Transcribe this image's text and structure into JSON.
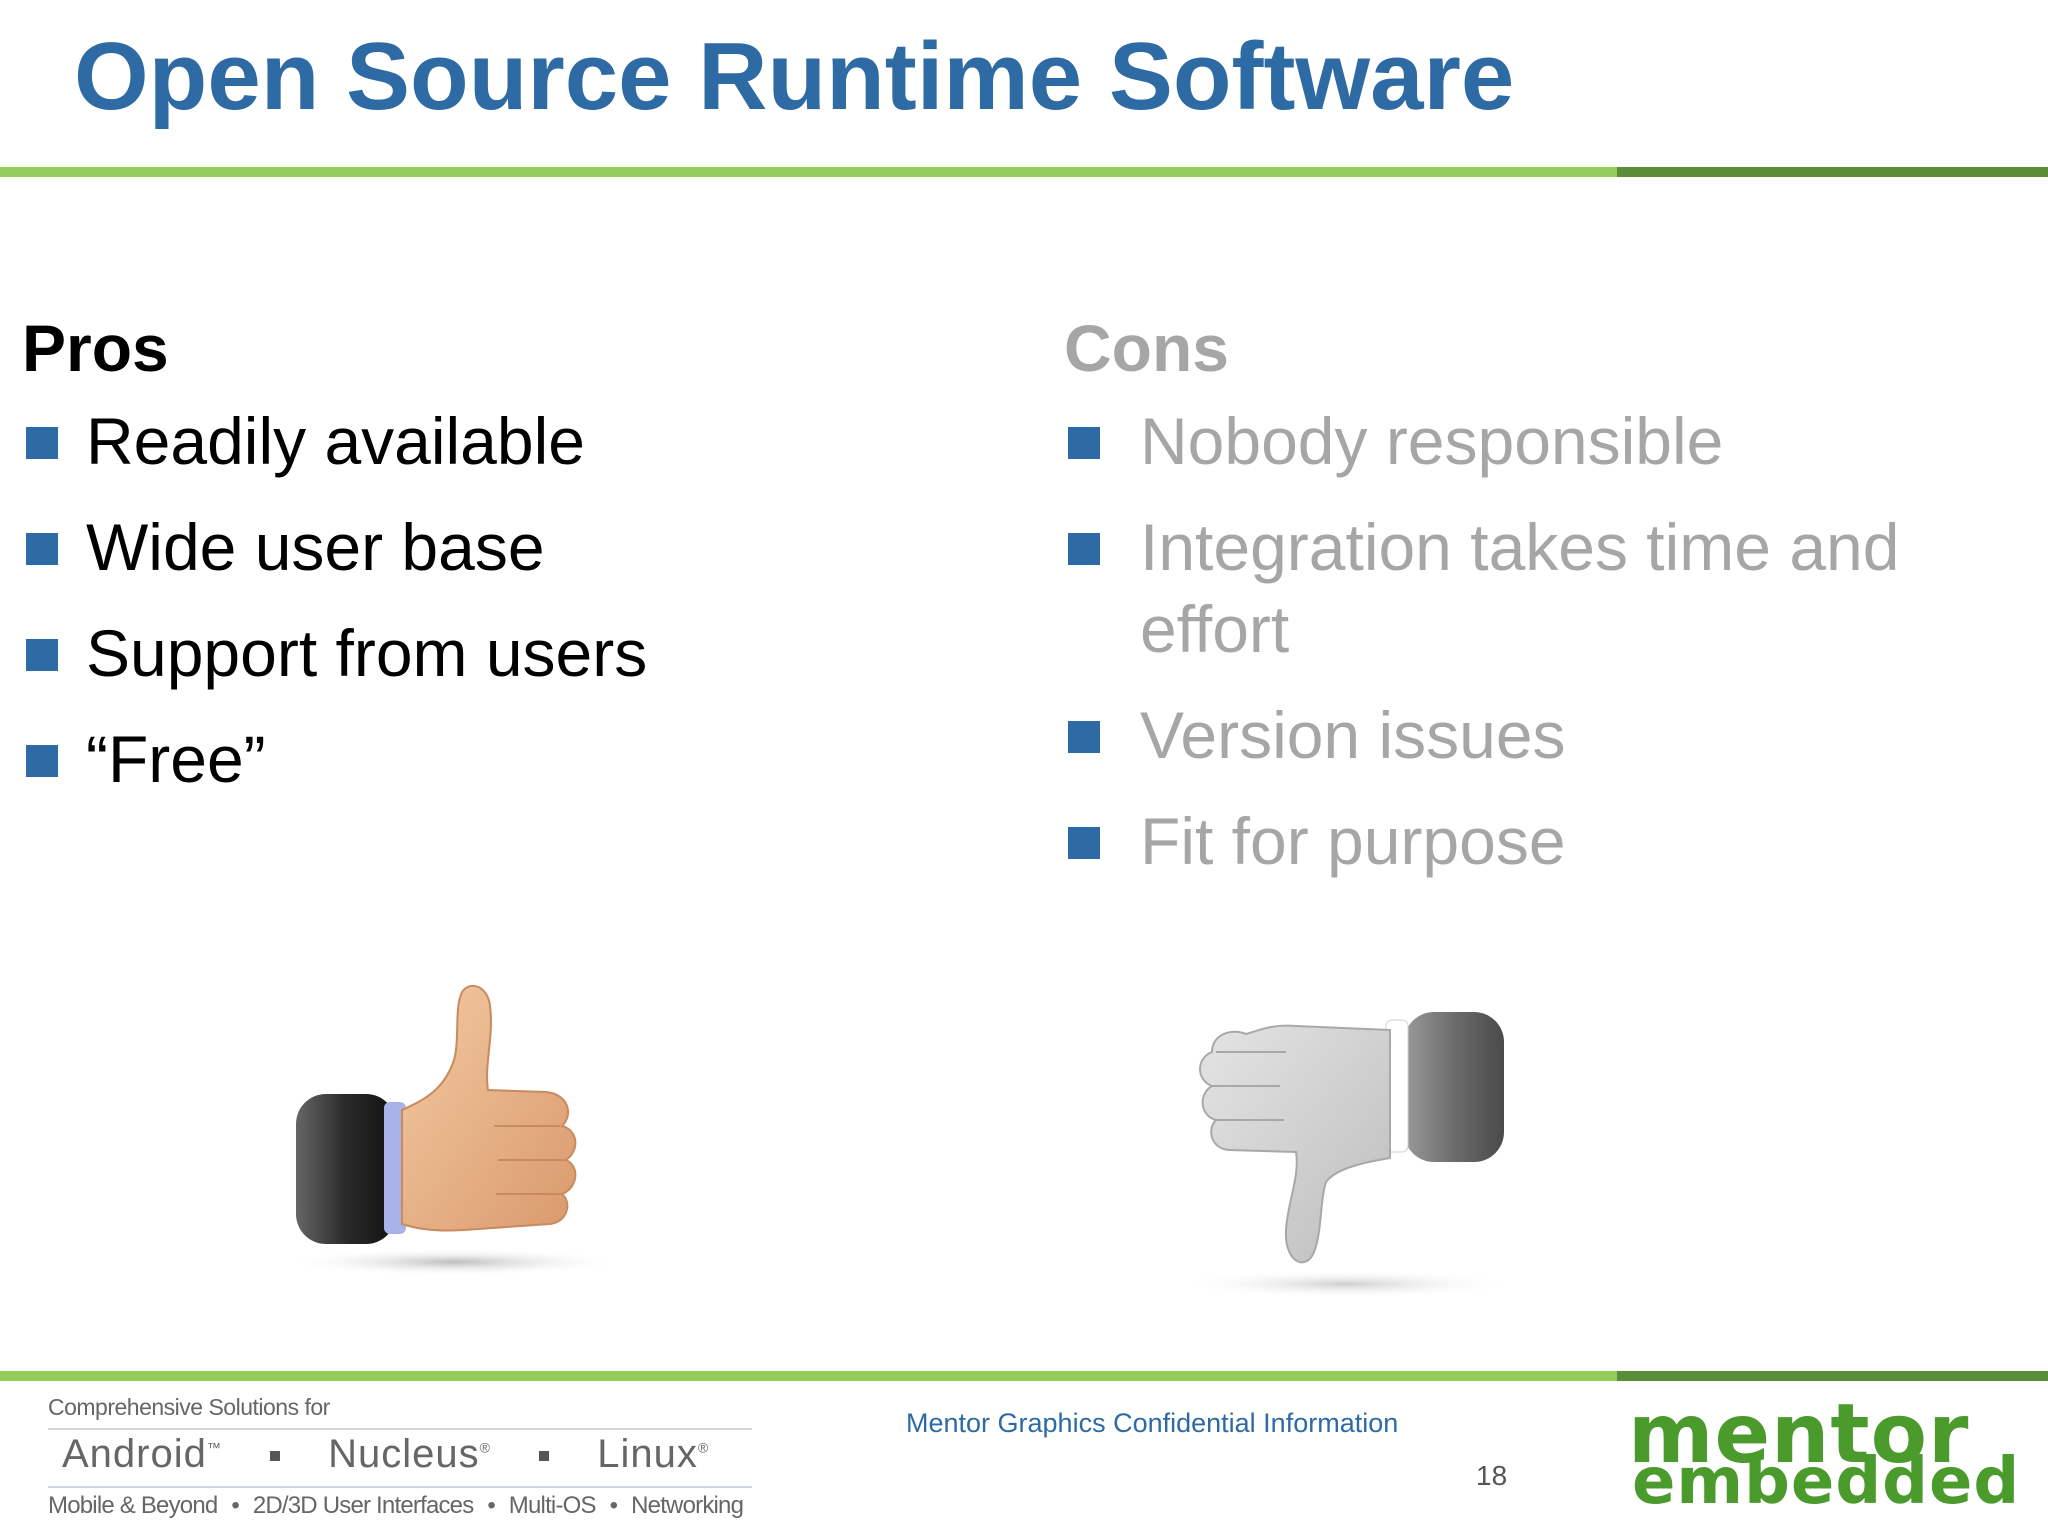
{
  "slide": {
    "title": "Open Source Runtime Software",
    "page_number": "18",
    "confidential": "Mentor Graphics Confidential Information"
  },
  "pros": {
    "heading": "Pros",
    "items": [
      "Readily available",
      "Wide user base",
      "Support from users",
      "“Free”"
    ]
  },
  "cons": {
    "heading": "Cons",
    "items": [
      "Nobody responsible",
      "Integration takes time and effort",
      "Version issues",
      "Fit for purpose"
    ]
  },
  "footer": {
    "tagline": "Comprehensive Solutions for",
    "products": [
      "Android",
      "Nucleus",
      "Linux"
    ],
    "product_marks": [
      "™",
      "®",
      "®"
    ],
    "areas": [
      "Mobile & Beyond",
      "2D/3D User Interfaces",
      "Multi-OS",
      "Networking"
    ],
    "area_separator": "•",
    "logo_line1": "mentor",
    "logo_line2": "embedded"
  },
  "colors": {
    "title_blue": "#2e6aa3",
    "accent_green": "#92cc5a",
    "accent_dark_green": "#5a8c3a",
    "cons_gray": "#a6a6a6",
    "logo_green": "#4a9a2c"
  },
  "icons": {
    "pros": "thumbs-up-icon",
    "cons": "thumbs-down-icon"
  }
}
